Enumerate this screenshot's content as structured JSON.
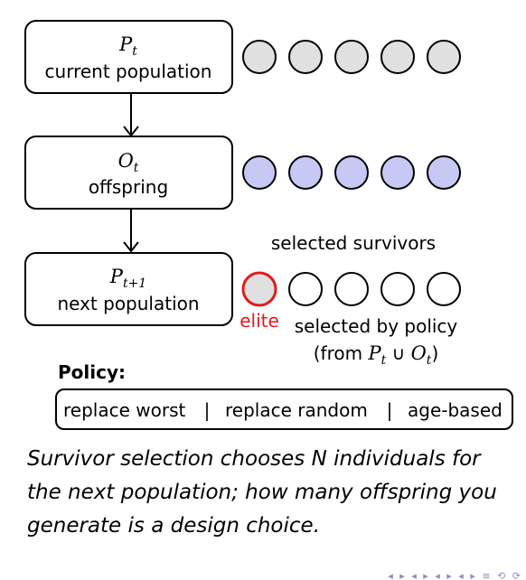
{
  "boxes": [
    {
      "symbol": "P",
      "subscript": "t",
      "label": "current population"
    },
    {
      "symbol": "O",
      "subscript": "t",
      "label": "offspring"
    },
    {
      "symbol": "P",
      "subscript": "t+1",
      "label": "next population"
    }
  ],
  "rows": {
    "current_color": "#e0e0e0",
    "offspring_color": "#c8c8f5",
    "next_color": "#ffffff",
    "elite_color": "#e41a1c"
  },
  "selected_survivors_label": "selected survivors",
  "elite_label": "elite",
  "selected_by_policy_label": "selected by policy",
  "from_expression": {
    "prefix": "(from ",
    "p": "P",
    "p_sub": "t",
    "union": " ∪ ",
    "o": "O",
    "o_sub": "t",
    "suffix": ")"
  },
  "policy": {
    "heading": "Policy:",
    "options": [
      "replace worst",
      "replace random",
      "age-based"
    ],
    "separator": "|"
  },
  "caption": "Survivor selection chooses N individuals for the next population; how many offspring you generate is a design choice.",
  "nav_symbols": "◂ ▸ ◂ ▸ ◂ ▸ ◂ ▸ ≡ ⟲ ⟳"
}
